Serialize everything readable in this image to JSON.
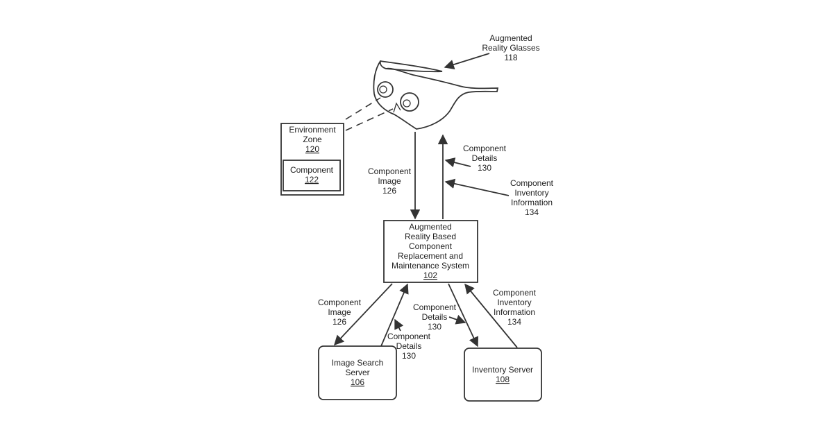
{
  "glasses": {
    "line1": "Augmented",
    "line2": "Reality Glasses",
    "ref": "118"
  },
  "environment_zone": {
    "line1": "Environment",
    "line2": "Zone",
    "ref": "120"
  },
  "component": {
    "line1": "Component",
    "ref": "122"
  },
  "ar_system": {
    "line1": "Augmented",
    "line2": "Reality Based",
    "line3": "Component",
    "line4": "Replacement and",
    "line5": "Maintenance System",
    "ref": "102"
  },
  "image_search_server": {
    "line1": "Image Search",
    "line2": "Server",
    "ref": "106"
  },
  "inventory_server": {
    "line1": "Inventory Server",
    "ref": "108"
  },
  "flows": {
    "component_image_up": {
      "line1": "Component",
      "line2": "Image",
      "ref": "126"
    },
    "component_details_up": {
      "line1": "Component",
      "line2": "Details",
      "ref": "130"
    },
    "inventory_info_up": {
      "line1": "Component",
      "line2": "Inventory",
      "line3": "Information",
      "ref": "134"
    },
    "component_image_down": {
      "line1": "Component",
      "line2": "Image",
      "ref": "126"
    },
    "component_details_image_server": {
      "line1": "Component",
      "line2": "Details",
      "ref": "130"
    },
    "component_details_inventory": {
      "line1": "Component",
      "line2": "Details",
      "ref": "130"
    },
    "inventory_info_down": {
      "line1": "Component",
      "line2": "Inventory",
      "line3": "Information",
      "ref": "134"
    }
  }
}
